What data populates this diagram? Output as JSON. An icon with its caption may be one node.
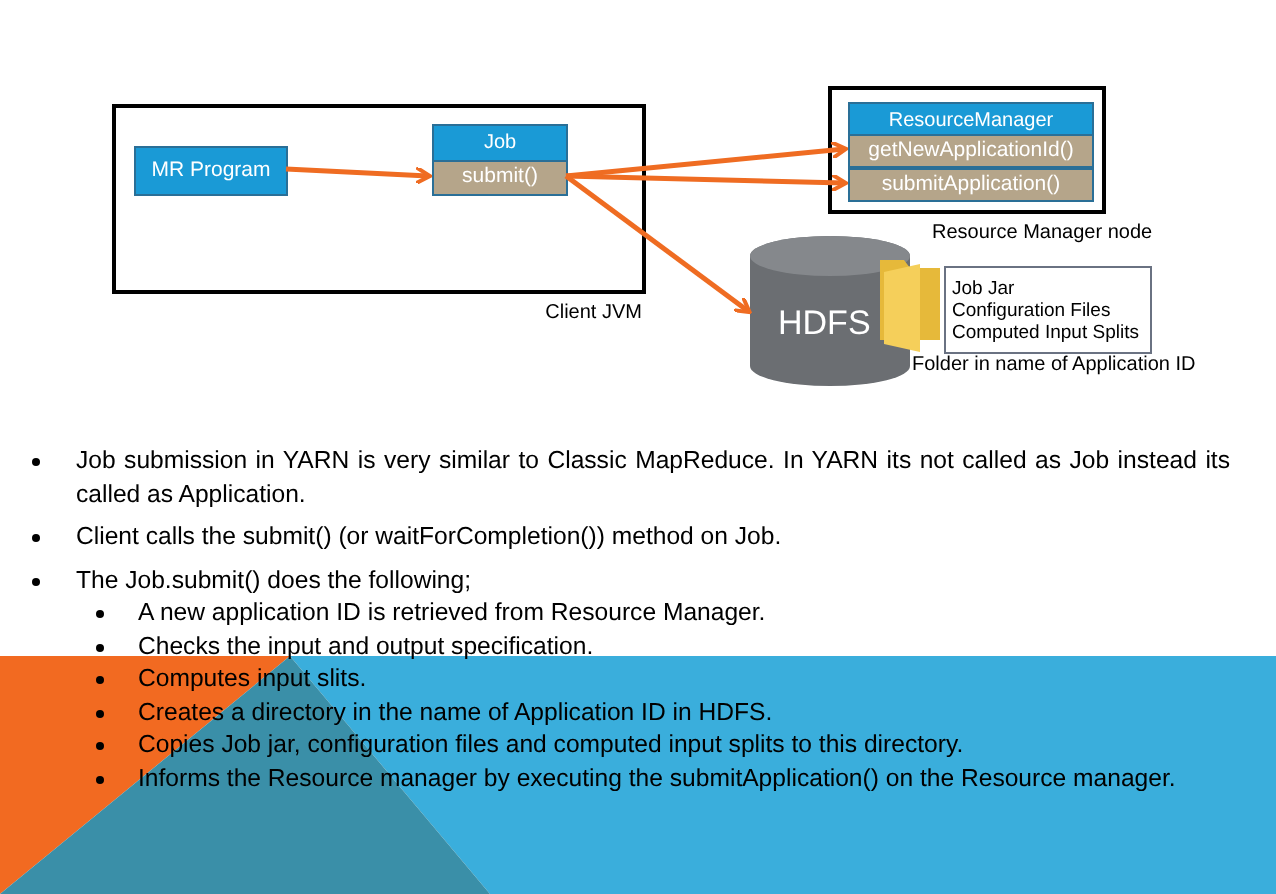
{
  "diagram": {
    "nodes": [
      {
        "text": [
          "Client JVM"
        ]
      },
      {
        "text": [
          "MR Program"
        ],
        "in": 0
      },
      {
        "text": [
          "Job"
        ],
        "in": 0
      },
      {
        "text": [
          "submit()"
        ],
        "in": 2
      },
      {
        "text": [
          "Resource Manager node"
        ]
      },
      {
        "text": [
          "ResourceManager"
        ],
        "in": 4
      },
      {
        "text": [
          "getNewApplicationId()"
        ],
        "in": 5
      },
      {
        "text": [
          "submitApplication()"
        ],
        "in": 5
      },
      {
        "text": [
          "HDFS"
        ]
      },
      {
        "text": [
          "Job Jar",
          "Configuration Files",
          "Computed Input Splits"
        ],
        "beside": [
          "Folder in name of Application ID"
        ]
      }
    ],
    "edges": [
      {
        "from": 1,
        "to": 3,
        "arrow": "to"
      },
      {
        "from": 3,
        "to": 6,
        "arrow": "to"
      },
      {
        "from": 3,
        "to": 7,
        "arrow": "to"
      },
      {
        "from": 3,
        "to": 8,
        "arrow": "to"
      }
    ],
    "labels": [
      "Job submission in YARN is very similar to Classic MapReduce. In YARN its not called as Job instead its called as Application.",
      "Client calls the submit() (or waitForCompletion()) method on Job.",
      "The Job.submit() does the following;",
      "A new application ID is retrieved from Resource Manager.",
      "Checks the input and output specification.",
      "Computes input slits.",
      "Creates a directory in the name of Application ID in HDFS.",
      "Copies Job jar, configuration files and computed input splits to this directory.",
      "Informs the Resource manager by executing the submitApplication() on the Resource manager."
    ]
  }
}
